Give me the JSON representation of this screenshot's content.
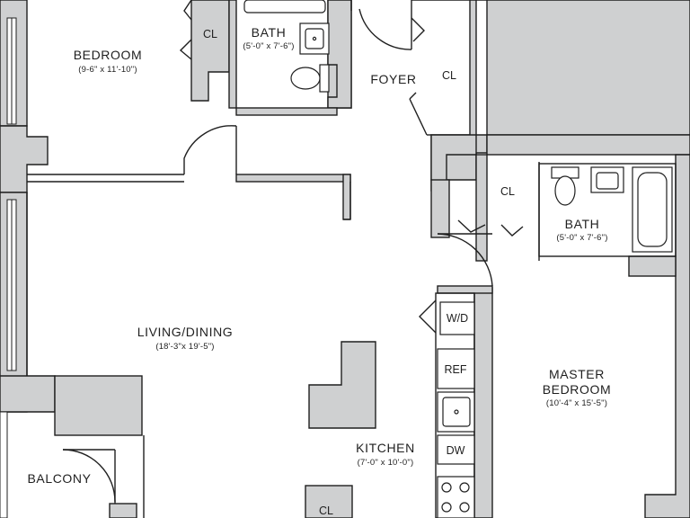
{
  "rooms": {
    "bedroom": {
      "name": "BEDROOM",
      "dims": "(9-6\" x 11'-10\")"
    },
    "bath_top": {
      "name": "BATH",
      "dims": "(5'-0\" x 7'-6\")"
    },
    "foyer": {
      "name": "FOYER"
    },
    "living_dining": {
      "name": "LIVING/DINING",
      "dims": "(18'-3\"x 19'-5\")"
    },
    "bath_master": {
      "name": "BATH",
      "dims": "(5'-0\" x 7'-6\")"
    },
    "master_bedroom": {
      "name_line1": "MASTER",
      "name_line2": "BEDROOM",
      "dims": "(10'-4\" x 15'-5\")"
    },
    "kitchen": {
      "name": "KITCHEN",
      "dims": "(7'-0\" x 10'-0\")"
    },
    "balcony": {
      "name": "BALCONY"
    }
  },
  "closets": {
    "bedroom_cl": "CL",
    "foyer_cl": "CL",
    "master_cl": "CL",
    "bottom_cl": "CL"
  },
  "appliances": {
    "washer_dryer": "W/D",
    "refrigerator": "REF",
    "dishwasher": "DW"
  }
}
